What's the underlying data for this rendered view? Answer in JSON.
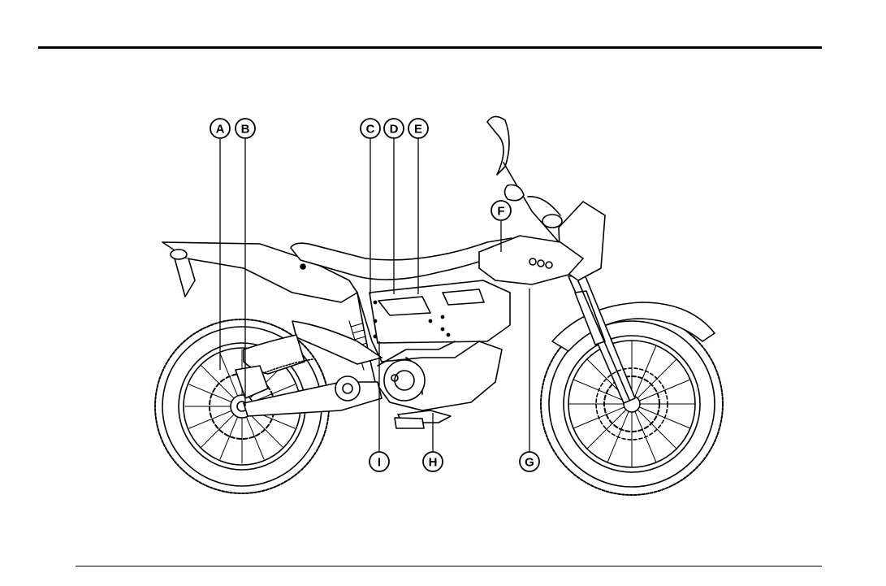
{
  "callouts": [
    {
      "id": "A",
      "label": "A"
    },
    {
      "id": "B",
      "label": "B"
    },
    {
      "id": "C",
      "label": "C"
    },
    {
      "id": "D",
      "label": "D"
    },
    {
      "id": "E",
      "label": "E"
    },
    {
      "id": "F",
      "label": "F"
    },
    {
      "id": "G",
      "label": "G"
    },
    {
      "id": "H",
      "label": "H"
    },
    {
      "id": "I",
      "label": "I"
    }
  ]
}
